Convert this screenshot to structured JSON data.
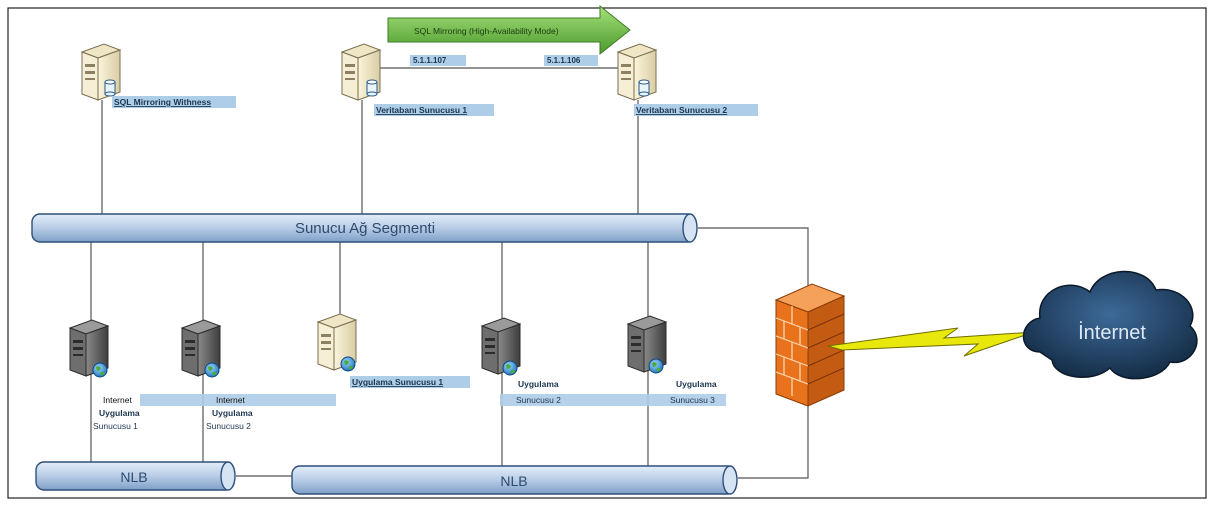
{
  "mirroring_arrow_label": "SQL Mirroring (High-Availability Mode)",
  "witness": {
    "label": "SQL Mirroring Withness"
  },
  "db1": {
    "label": "Veritabanı Sunucusu 1",
    "ip": "5.1.1.107"
  },
  "db2": {
    "label": "Veritabanı Sunucusu 2",
    "ip": "5.1.1.106"
  },
  "server_segment": {
    "label": "Sunucu Ağ Segmenti"
  },
  "app_servers": [
    {
      "line1": "Internet",
      "line2": "Uygulama",
      "line3": "Sunucusu 1"
    },
    {
      "line1": "Internet",
      "line2": "Uygulama",
      "line3": "Sunucusu 2"
    },
    {
      "line1": "Uygulama Sunucusu 1"
    },
    {
      "line1": "Uygulama",
      "line2": "Sunucusu 2"
    },
    {
      "line1": "Uygulama",
      "line2": "Sunucusu 3"
    }
  ],
  "nlb_left": {
    "label": "NLB"
  },
  "nlb_right": {
    "label": "NLB"
  },
  "internet": {
    "label": "İnternet"
  },
  "colors": {
    "pipe_fill": "#b9cde6",
    "pipe_stroke": "#2f4f7a",
    "arrow_green": "#6cc04a",
    "label_highlight": "#aecde8",
    "firewall": "#e8731c",
    "cloud": "#1f3f62",
    "bolt": "#e8e80c"
  }
}
